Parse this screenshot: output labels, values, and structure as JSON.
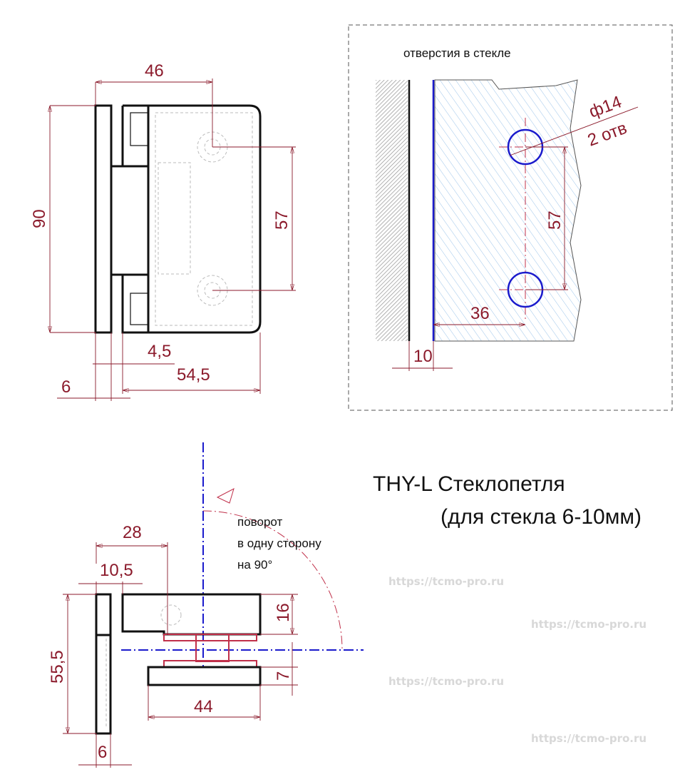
{
  "watermark": "https://tcmo-pro.ru",
  "front_view": {
    "dims": {
      "width_46": "46",
      "height_90": "90",
      "holes_57": "57",
      "gap_4_5": "4,5",
      "width_54_5": "54,5",
      "plate_6": "6"
    }
  },
  "glass_view": {
    "label": "отверстия в стекле",
    "hole_diameter": "ф14",
    "hole_count": "2 отв",
    "dims": {
      "holes_57": "57",
      "offset_36": "36",
      "gap_10": "10"
    }
  },
  "title": {
    "line1": "THY-L Стеклопетля",
    "line2": "(для стекла 6-10мм)"
  },
  "top_view": {
    "rotation_note": [
      "поворот",
      "в одну сторону",
      "на 90°"
    ],
    "dims": {
      "d28": "28",
      "d10_5": "10,5",
      "d16": "16",
      "d7": "7",
      "d44": "44",
      "d55_5": "55,5",
      "d6": "6"
    }
  },
  "colors": {
    "dimension": "#8b1a2b",
    "axis": "#1a1acc",
    "glass_hatch": "#9cc4ea"
  }
}
